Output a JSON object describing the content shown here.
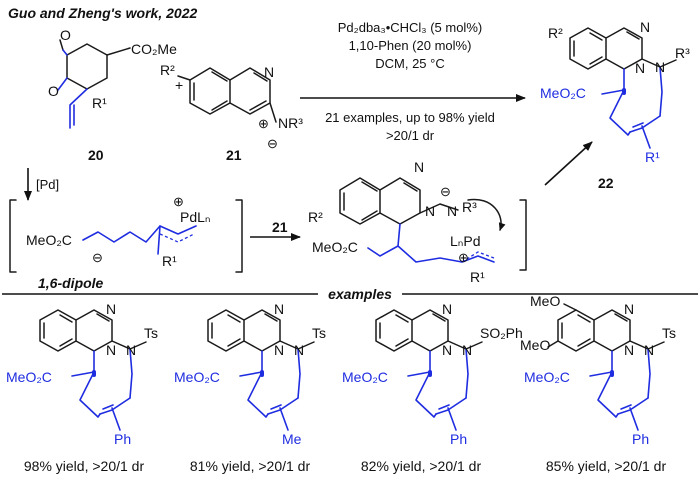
{
  "header": {
    "title": "Guo and Zheng's work, 2022"
  },
  "reaction": {
    "conditions": [
      "Pd₂dba₃•CHCl₃ (5 mol%)",
      "1,10-Phen (20 mol%)",
      "DCM, 25 °C",
      "21 examples, up to 98% yield",
      ">20/1 dr"
    ],
    "reagent_arrow_label": "[Pd]",
    "compounds": {
      "c20": "20",
      "c21": "21",
      "c22": "22",
      "plus": "+"
    },
    "intermediate_label": "1,6-dipole",
    "step_label": "21"
  },
  "atoms": {
    "O": "O",
    "N": "N",
    "R1": "R¹",
    "R2": "R²",
    "R3": "R³",
    "NR3": "NR³",
    "CO2Me": "CO₂Me",
    "MeO2C": "MeO₂C",
    "PdLn": "PdLₙ",
    "LnPd": "LₙPd",
    "plus": "⊕",
    "minus": "⊖"
  },
  "examples_header": "examples",
  "examples": [
    {
      "sub": "Ts",
      "group": "Ph",
      "yield": "98% yield, >20/1 dr",
      "ome": false
    },
    {
      "sub": "Ts",
      "group": "Me",
      "yield": "81% yield, >20/1 dr",
      "ome": false
    },
    {
      "sub": "SO₂Ph",
      "group": "Ph",
      "yield": "82% yield, >20/1 dr",
      "ome": false
    },
    {
      "sub": "Ts",
      "group": "Ph",
      "yield": "85% yield, >20/1 dr",
      "ome": true,
      "ome_label": "MeO"
    }
  ],
  "colors": {
    "accent": "#1f2de0",
    "ink": "#111111"
  }
}
